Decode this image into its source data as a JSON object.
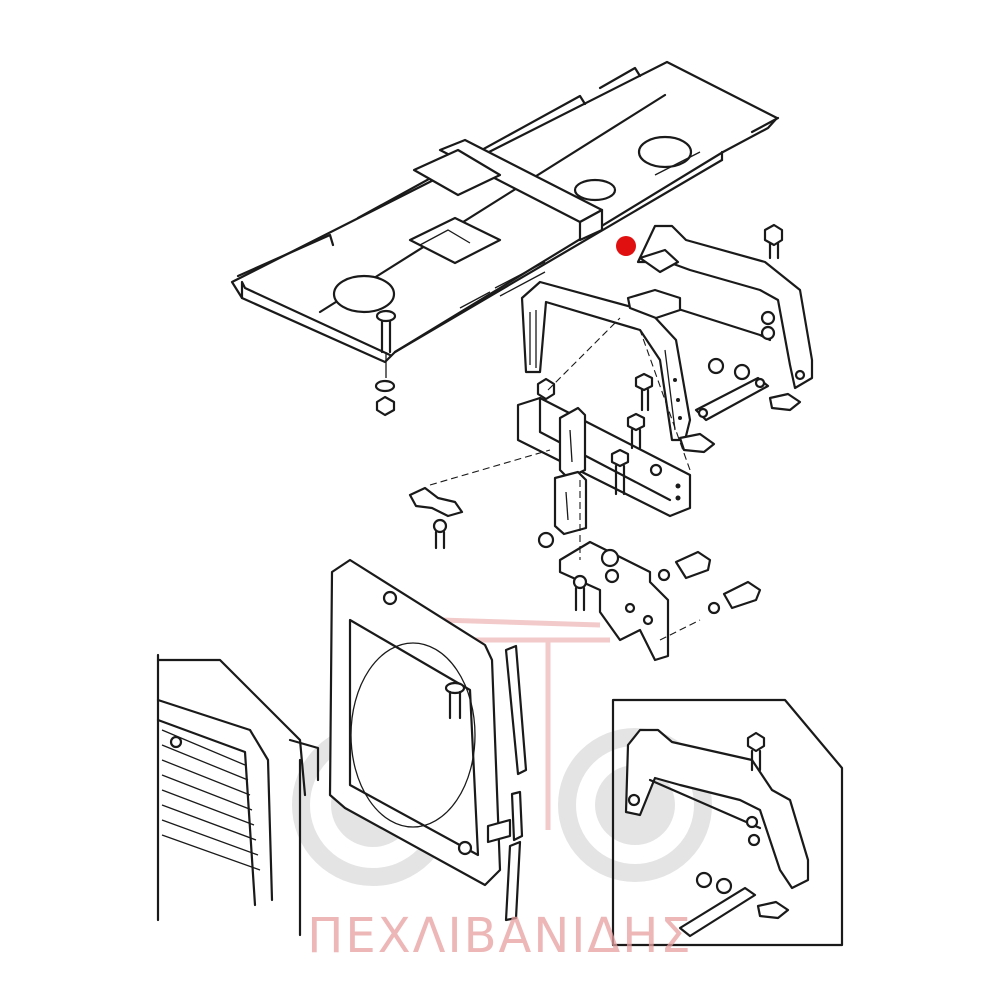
{
  "diagram": {
    "watermark_text": "ΠΕΧΛΙΒΑΝΙΔΗΣ",
    "colors": {
      "marker": "#e01010",
      "watermark": "#e8a0a0",
      "watermark_gear": "#cfcfcf",
      "line": "#1a1a1a"
    },
    "icons": {
      "marker": "red-dot-marker",
      "watermark_logo": "tractor-wheels-logo"
    }
  }
}
